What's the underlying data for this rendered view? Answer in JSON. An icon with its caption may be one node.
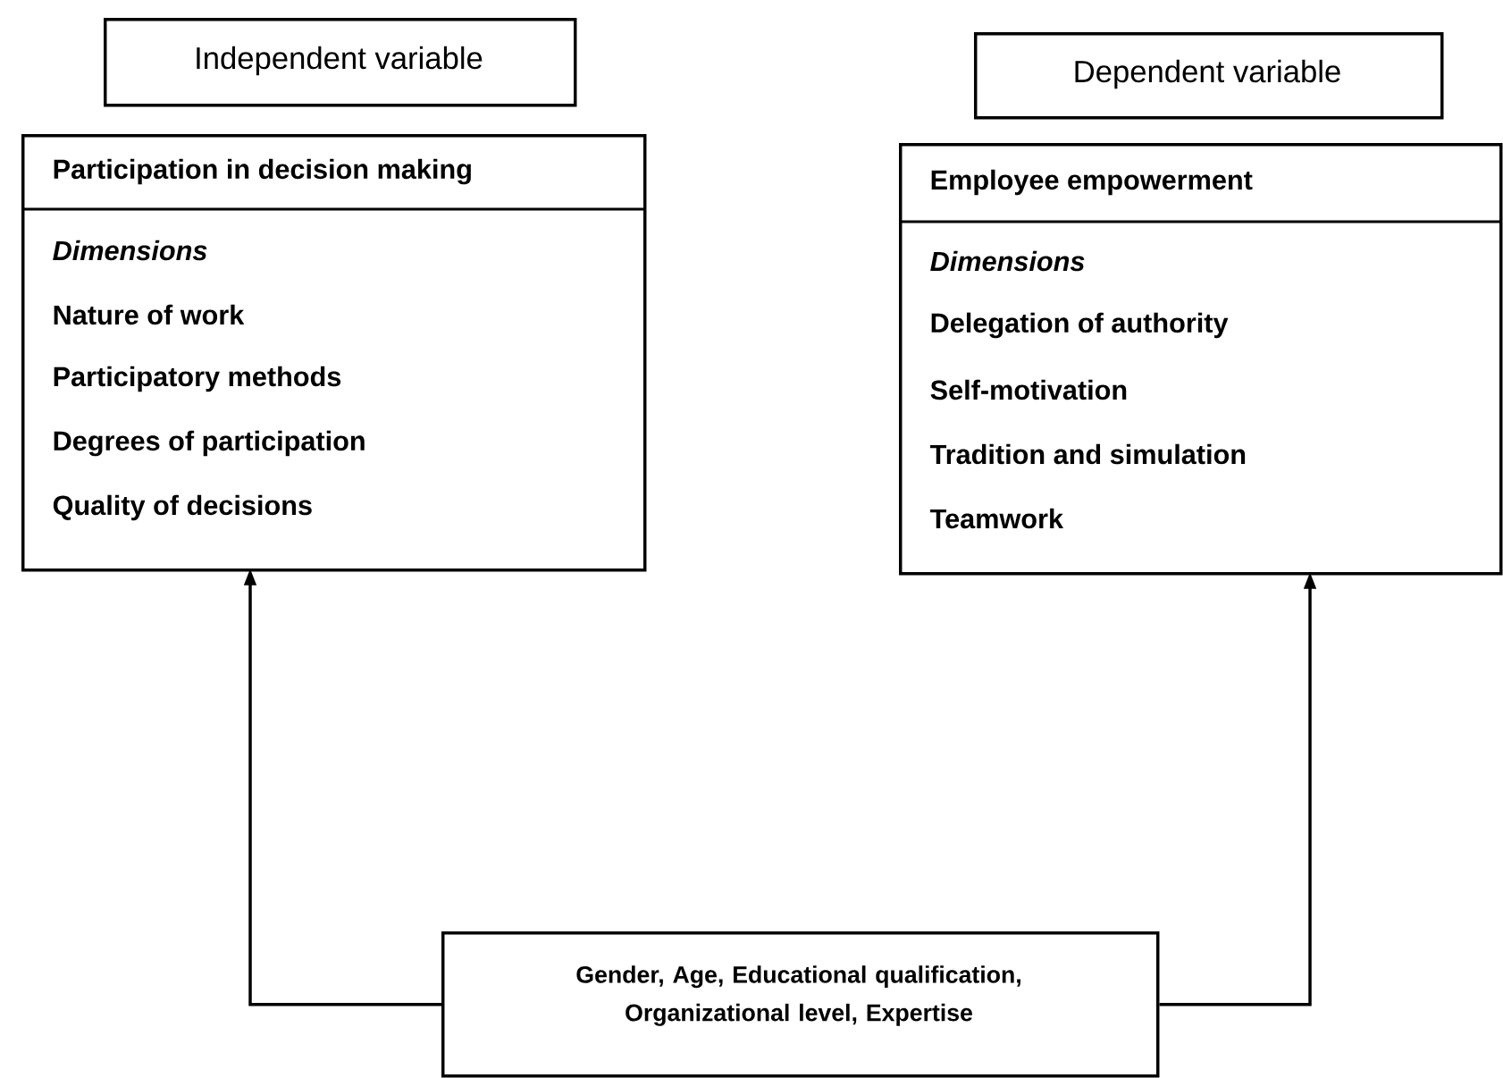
{
  "diagram": {
    "nodes": [
      {
        "text": [
          "Independent variable"
        ]
      },
      {
        "text": [
          "Dependent variable"
        ]
      },
      {
        "text": [
          "Participation in decision making",
          "Dimensions",
          "Nature of work",
          "Participatory methods",
          "Degrees of participation",
          "Quality of decisions"
        ]
      },
      {
        "text": [
          "Employee empowerment",
          "Dimensions",
          "Delegation of authority",
          "Self-motivation",
          "Tradition and simulation",
          "Teamwork"
        ]
      },
      {
        "text": [
          "Gender, Age, Educational qualification, Organizational level, Expertise"
        ]
      }
    ],
    "edges": [
      {
        "from": 4,
        "to": 2,
        "arrow": "to"
      },
      {
        "from": 4,
        "to": 3,
        "arrow": "to"
      }
    ]
  }
}
